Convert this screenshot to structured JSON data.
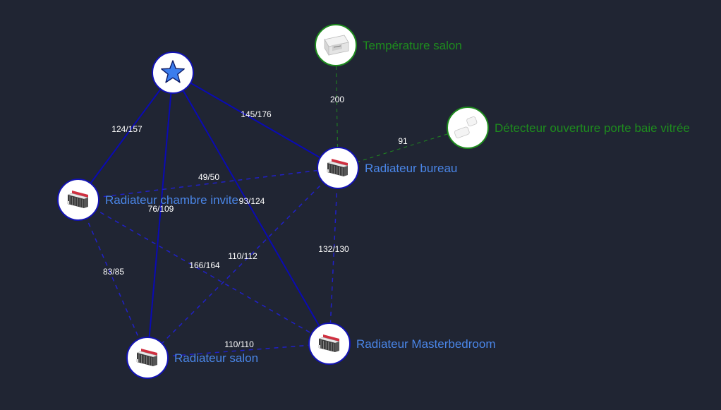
{
  "colors": {
    "background": "#202533",
    "router_edge": "#0a0ab4",
    "device_dashed": "#2020c8",
    "sensor_dashed": "#1f8a1f",
    "router_label": "#4a86e8",
    "sensor_label": "#1e8c1e",
    "router_border": "#1212b4",
    "sensor_border": "#1e8c1e"
  },
  "nodes": [
    {
      "id": "coordinator",
      "label": "",
      "kind": "coordinator",
      "icon": "star-icon"
    },
    {
      "id": "temp_salon",
      "label": "Température salon",
      "kind": "sensor",
      "icon": "temperature-sensor-icon"
    },
    {
      "id": "detecteur",
      "label": "Détecteur ouverture porte baie vitrée",
      "kind": "sensor",
      "icon": "door-sensor-icon"
    },
    {
      "id": "rad_bureau",
      "label": "Radiateur bureau",
      "kind": "router",
      "icon": "radiator-module-icon"
    },
    {
      "id": "rad_chambre",
      "label": "Radiateur chambre invite",
      "kind": "router",
      "icon": "radiator-module-icon"
    },
    {
      "id": "rad_salon",
      "label": "Radiateur salon",
      "kind": "router",
      "icon": "radiator-module-icon"
    },
    {
      "id": "rad_master",
      "label": "Radiateur Masterbedroom",
      "kind": "router",
      "icon": "radiator-module-icon"
    }
  ],
  "links": [
    {
      "from": "coordinator",
      "to": "rad_chambre",
      "lqi": "124/157",
      "style": "solid"
    },
    {
      "from": "coordinator",
      "to": "rad_bureau",
      "lqi": "145/176",
      "style": "solid"
    },
    {
      "from": "coordinator",
      "to": "rad_salon",
      "lqi": "76/109",
      "style": "solid"
    },
    {
      "from": "coordinator",
      "to": "rad_master",
      "lqi": "93/124",
      "style": "solid"
    },
    {
      "from": "temp_salon",
      "to": "rad_bureau",
      "lqi": "200",
      "style": "sensor"
    },
    {
      "from": "detecteur",
      "to": "rad_bureau",
      "lqi": "91",
      "style": "sensor"
    },
    {
      "from": "rad_chambre",
      "to": "rad_bureau",
      "lqi": "49/50",
      "style": "dashed"
    },
    {
      "from": "rad_bureau",
      "to": "rad_master",
      "lqi": "132/130",
      "style": "dashed"
    },
    {
      "from": "rad_bureau",
      "to": "rad_salon",
      "lqi": "110/112",
      "style": "dashed"
    },
    {
      "from": "rad_chambre",
      "to": "rad_master",
      "lqi": "166/164",
      "style": "dashed"
    },
    {
      "from": "rad_chambre",
      "to": "rad_salon",
      "lqi": "83/85",
      "style": "dashed"
    },
    {
      "from": "rad_salon",
      "to": "rad_master",
      "lqi": "110/110",
      "style": "dashed"
    }
  ]
}
